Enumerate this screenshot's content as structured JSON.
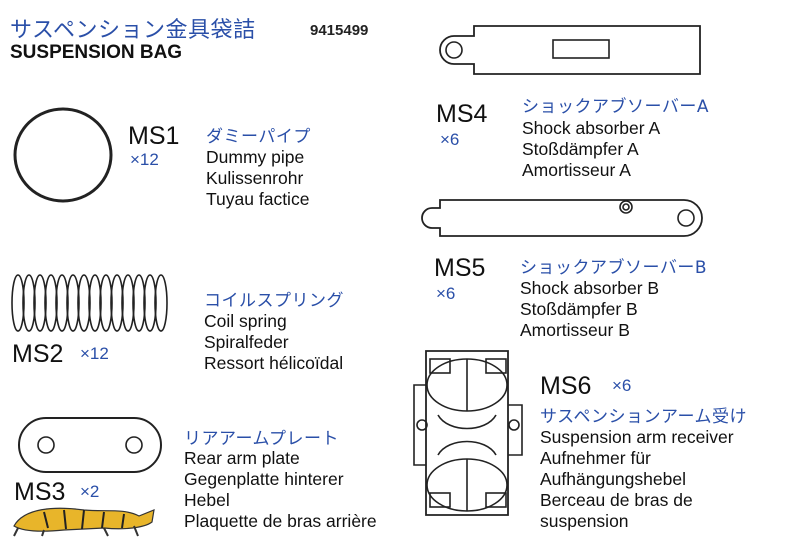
{
  "header": {
    "title_jp": "サスペンション金具袋詰",
    "part_number": "9415499",
    "title_en": "SUSPENSION BAG"
  },
  "parts": {
    "ms1": {
      "code": "MS1",
      "qty": "×12",
      "name_jp": "ダミーパイプ",
      "names": [
        "Dummy pipe",
        "Kulissenrohr",
        "Tuyau factice"
      ],
      "icon": "ring-icon"
    },
    "ms2": {
      "code": "MS2",
      "qty": "×12",
      "name_jp": "コイルスプリング",
      "names": [
        "Coil spring",
        "Spiralfeder",
        "Ressort hélicoïdal"
      ],
      "icon": "coil-spring-icon"
    },
    "ms3": {
      "code": "MS3",
      "qty": "×2",
      "name_jp": "リアアームプレート",
      "names": [
        "Rear arm plate",
        "Gegenplatte hinterer",
        "Hebel",
        "Plaquette de bras arrière"
      ],
      "icon": "arm-plate-icon"
    },
    "ms4": {
      "code": "MS4",
      "qty": "×6",
      "name_jp": "ショックアブソーバーA",
      "names": [
        "Shock absorber A",
        "Stoßdämpfer A",
        "Amortisseur A"
      ],
      "icon": "shock-absorber-a-icon"
    },
    "ms5": {
      "code": "MS5",
      "qty": "×6",
      "name_jp": "ショックアブソーバーB",
      "names": [
        "Shock absorber B",
        "Stoßdämpfer B",
        "Amortisseur B"
      ],
      "icon": "shock-absorber-b-icon"
    },
    "ms6": {
      "code": "MS6",
      "qty": "×6",
      "name_jp": "サスペンションアーム受け",
      "names": [
        "Suspension arm receiver",
        "Aufnehmer für",
        "Aufhängungshebel",
        "Berceau de bras de",
        "suspension"
      ],
      "icon": "arm-receiver-icon"
    }
  },
  "logo": {
    "icon": "tiger-logo-icon"
  },
  "colors": {
    "accent_blue": "#2a4fa8",
    "line": "#222222",
    "logo_yellow": "#e8b52a"
  }
}
